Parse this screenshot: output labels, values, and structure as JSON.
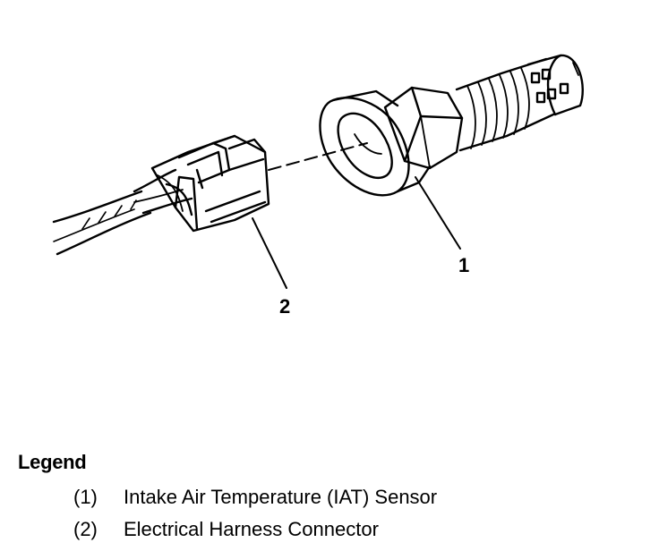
{
  "diagram": {
    "callouts": [
      {
        "id": "1",
        "label": "1"
      },
      {
        "id": "2",
        "label": "2"
      }
    ]
  },
  "legend": {
    "title": "Legend",
    "items": [
      {
        "key": "(1)",
        "text": "Intake Air Temperature (IAT) Sensor"
      },
      {
        "key": "(2)",
        "text": "Electrical Harness Connector"
      }
    ]
  }
}
